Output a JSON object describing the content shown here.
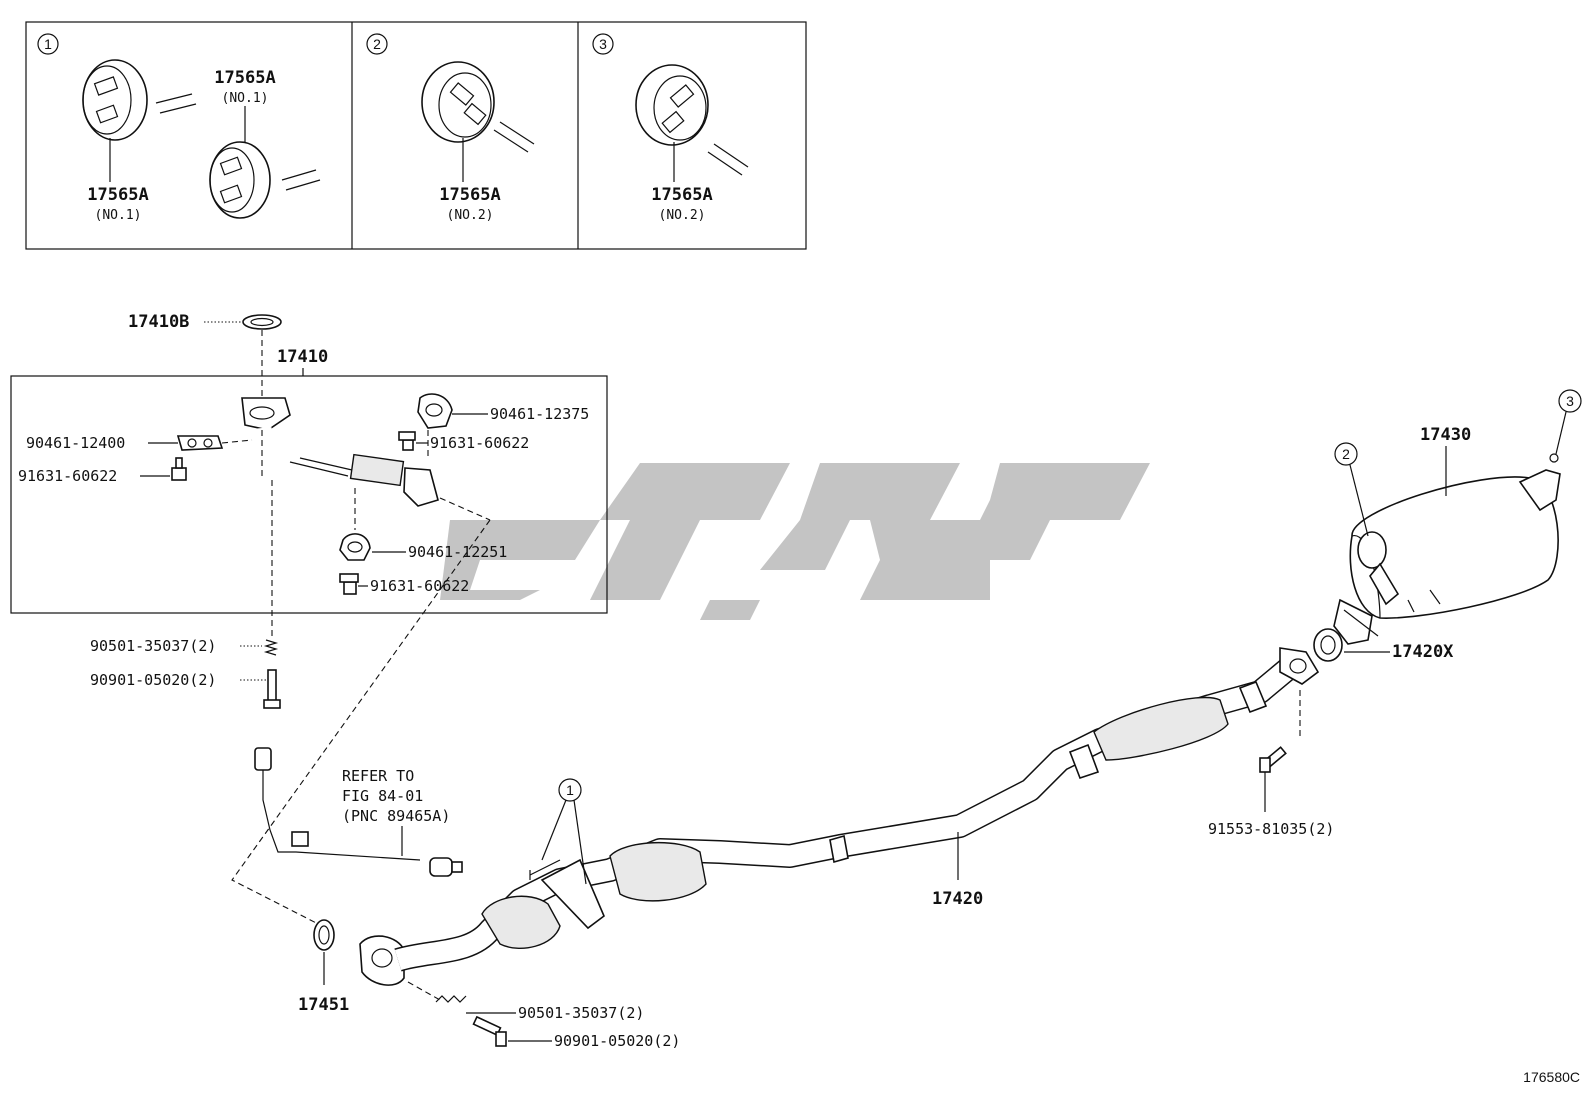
{
  "figure_code": "176580C",
  "insets": [
    {
      "num": "1",
      "parts": [
        {
          "code": "17565A",
          "sub": "(NO.1)"
        },
        {
          "code": "17565A",
          "sub": "(NO.1)"
        }
      ]
    },
    {
      "num": "2",
      "parts": [
        {
          "code": "17565A",
          "sub": "(NO.2)"
        }
      ]
    },
    {
      "num": "3",
      "parts": [
        {
          "code": "17565A",
          "sub": "(NO.2)"
        }
      ]
    }
  ],
  "callouts": {
    "one": "1",
    "two": "2",
    "three": "3"
  },
  "labels": {
    "p17410B": "17410B",
    "p17410": "17410",
    "p90461_12375": "90461-12375",
    "p90461_12400": "90461-12400",
    "p91631_60622_a": "91631-60622",
    "p91631_60622_b": "91631-60622",
    "p91631_60622_c": "91631-60622",
    "p90461_12251": "90461-12251",
    "p90501_35037_a": "90501-35037(2)",
    "p90901_05020_a": "90901-05020(2)",
    "refer1": "REFER TO",
    "refer2": "FIG 84-01",
    "refer3": "(PNC 89465A)",
    "p17451": "17451",
    "p90501_35037_b": "90501-35037(2)",
    "p90901_05020_b": "90901-05020(2)",
    "p17420": "17420",
    "p17420X": "17420X",
    "p91553_81035": "91553-81035(2)",
    "p17430": "17430"
  }
}
